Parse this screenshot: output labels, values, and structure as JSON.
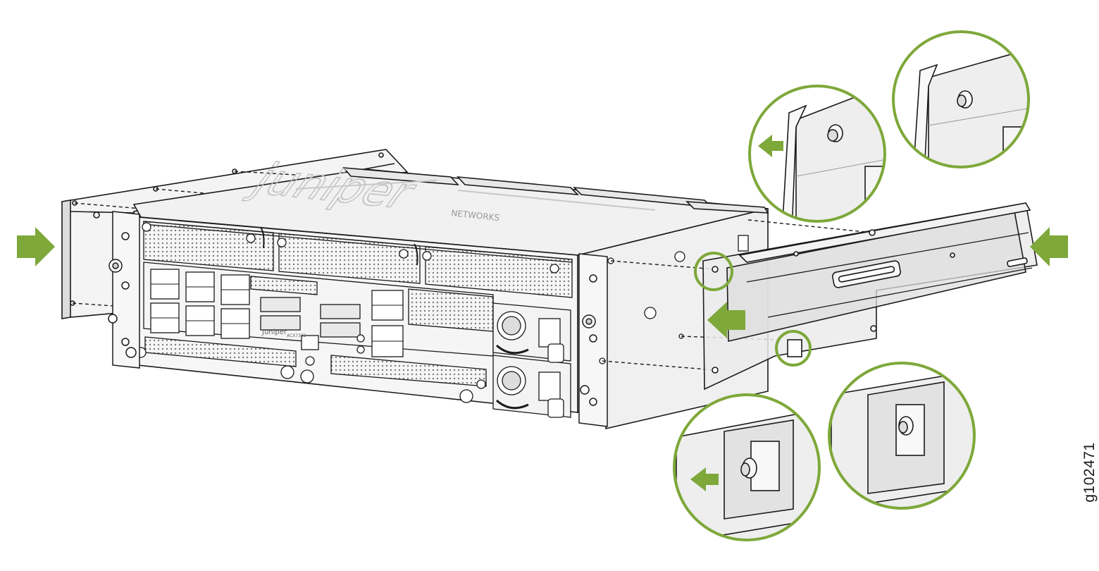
{
  "figure": {
    "id_label": "g102471"
  },
  "colors": {
    "accent_green": "#7ea83a",
    "line": "#1a1a1a",
    "chassis_fill": "#f1f1f1",
    "rail_fill": "#e6e6e6",
    "callout_fill": "#eeeeee"
  },
  "device": {
    "top_logo": "juniper",
    "top_logo_sub": "NETWORKS",
    "front_logo": "Juniper",
    "model_label": "ACX7332"
  },
  "icons": {
    "arrows": [
      "left-push-arrow-icon",
      "right-push-arrow-icon",
      "rail-slide-arrow-icon",
      "detail-release-arrow-icon",
      "detail-release-arrow-icon"
    ]
  }
}
